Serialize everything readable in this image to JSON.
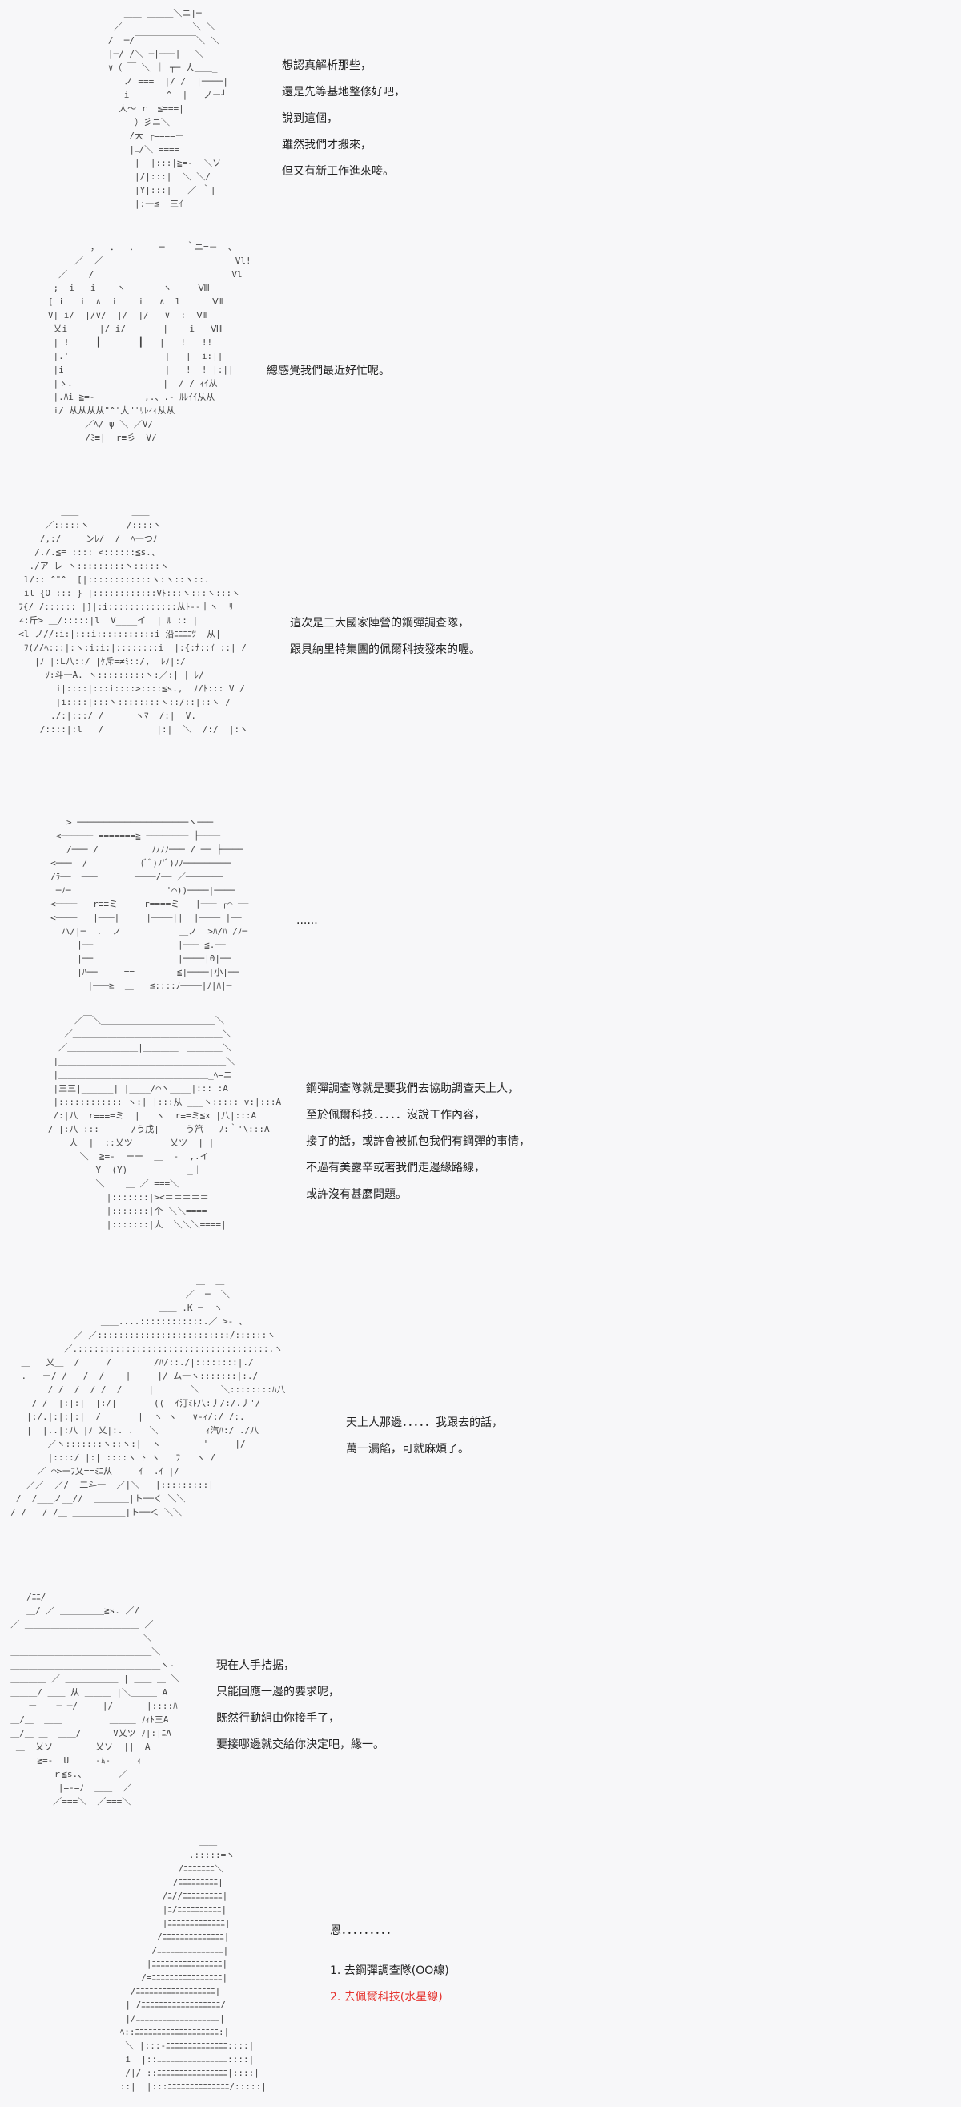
{
  "scenes": [
    {
      "lines": [
        "想認真解析那些，",
        "還是先等基地整修好吧，",
        "說到這個，",
        "雖然我們才搬來，",
        "但又有新工作進來唼。"
      ],
      "art": [
        "      ＿＿_＿＿＿＼ニ|─",
        "    ／￣￣￣￣￣￣￣￣＼ ＼",
        "   /  ─/￣￣￣￣￣￣￣＼ ＼",
        "   |─/ /＼ ─|───|　 ＼",
        "   ∨（ ￣ ＼ ｜ ┬─ 人＿＿_",
        "      ノ ===  |/ /  |────|",
        "      i       ^  |   ノー┘",
        "     人〜 r  ≦===|",
        "        ）彡ニ＼",
        "       /大 ┌====ー",
        "       |ﾆ/＼ ====",
        "        |  |:::|≧=-  ＼ソ",
        "        |/|:::|  ＼ ＼/",
        "        |Y|:::|   ／ ｀|",
        "        |:一≦  三ｲ"
      ]
    },
    {
      "lines": [
        "總感覺我們最近好忙呢。"
      ],
      "art": [
        "           ，  ．  ．    ─    ｀ニ=－  、",
        "        ／  ／                         Vl!",
        "     ／    /                          Vl",
        "    ;  i   i    ヽ       ヽ     Ⅷ",
        "   [ i   i  ∧  i    i   ∧  l      Ⅷ",
        "   V| i/  |/∨/  |/  |/   ∨  :  Ⅷ",
        "    乂i      |/ i/       |    i   Ⅷ",
        "    | !     ┃       ┃   |   !   !!",
        "    |.'                  |   |  i:||",
        "    |i                   |   !  ! |:||",
        "    |ゝ.                 |  / / ｨｲ从",
        "    |.ﾊi ≧=-    ＿＿  ,.、.- ﾙﾚｲｲ从从",
        "    i/ 从从从从\"^'大\"'ﾘﾚｨｨ从从",
        "          ／ﾍ/ ψ ＼ ／V/",
        "          /ﾐ≡|  r≡彡  V/"
      ]
    },
    {
      "lines": [
        "這次是三大國家陣營的鋼彈調查隊，",
        "跟貝納里特集團的佩爾科技發來的喔。"
      ],
      "art": [
        "          ＿＿          ＿＿",
        "       ／:::::ヽ       /::::ヽ",
        "      /,:/ ￣  ンﾚ/  /  ﾍ一つﾉ",
        "     /./.≦≡ :::: <::::::≦s.、",
        "    ./ア レ ヽ:::::::::ヽ:::::ヽ",
        "   l/:: ^\"^  [|::::::::::::ヽ:ヽ::ヽ::.",
        "   il {O ::: } |::::::::::::Vﾄ:::ヽ:::ヽ:::ヽ",
        "  ﾌ{/ /:::::: |]|:i:::::::::::::从ﾄ--十ヽ  ﾘ",
        "  ∠:斤> ＿/:::::|l  V____イ  | ﾙ :: |",
        "  <l ノ//:i:|:::i:::::::::::i 沿ﾆﾆﾆﾆﾂ  从|",
        "   ﾌ(//ﾍ:::|:ヽ:i:i:|::::::::i  |:{:ﾅ::ｲ ::| /",
        "     |ﾉ |:L八::/ |ｹ斥=≠ﾐ::/,  ﾚﾉ|:/",
        "       ｿ:斗一A. ヽ:::::::::ヽ:／:| | ﾚ/",
        "         i|::::|:::i::::>::::≦s.,  ﾉ/ﾄ::: V /",
        "         |i::::|:::ヽ::::::::ヽ::/::|::ヽ /",
        "        ./:|:::/ /      ヽﾏ  /:|  V.",
        "      /::::|:l   /          |:|  ＼  /:/  |:ヽ"
      ]
    },
    {
      "lines": [
        "......"
      ],
      "art": [
        "        > ─────────────────────ヽ───",
        "      <────── =======≧ ──────── ├────",
        "        /─── /          ﾉﾉﾉﾉ─── / ── ├────",
        "     <───  /          (ﾞﾞ)ﾉ'ﾞ)ﾉﾉ─────────",
        "     /ﾗ──  ───       ────/── ／───────",
        "      ─ﾉ─                  '⌒))────|────",
        "     <────   r≡≡ミ     r====ミ   |─── ┌⌒ ──",
        "     <────   |───|     |────||  |──── |──",
        "       ハ/|─  .  ノ           ＿ノ  >ﾊ/ﾊ /ﾉ─",
        "          |──                |─── ≦.──",
        "          |──                |────|0|──",
        "          |ﾊ──     ==        ≦|────|小|──",
        "            |───≧  ＿   ≦::::ﾉ────|ﾉ|ﾊ|─"
      ]
    },
    {
      "lines": [
        "鋼彈調查隊就是要我們去協助調查天上人，",
        "至於佩爾科技．．．．．沒說工作內容，",
        "接了的話，或許會被抓包我們有鋼彈的事情，",
        "不過有美露辛或著我們走邊緣路線，",
        "或許沒有甚麼問題。"
      ],
      "art": [
        "        ／￣＼＿＿＿＿＿＿＿＿＿＿＿＿＿＼",
        "      ／＿＿＿＿＿＿＿＿＿＿＿＿＿＿＿＿＿＼",
        "     ／＿＿＿＿＿＿＿＿|＿＿＿＿｜＿＿＿＿＼",
        "    |＿＿＿＿＿＿＿＿＿＿＿＿＿＿＿＿＿＿＿＼",
        "    |＿＿＿＿＿＿＿＿＿＿＿＿＿＿＿＿＿_ﾍ=ニ",
        "    |三三|______| |____/⌒ヽ____|::: :A",
        "    |:::::::::::: ヽ:| |:::从 ___ヽ::::: v:|:::A",
        "    /:|八  r≡≡≡=ミ  |   ヽ  r≡=ミ≦x |八|:::A",
        "   / |:八 :::      /う戊|     う笊   ﾉ:｀'\\:::A",
        "       人  |  ::乂ツ       乂ツ  | |",
        "         ＼  ≧=-  ーー  ＿  -  ,.イ",
        "            Y  (Y)        ＿＿_｜",
        "            ＼    ＿ ／ ===＼",
        "              |:::::::|><＝＝＝＝＝",
        "              |:::::::|个 ＼＼====",
        "              |:::::::|人  ＼＼＼====|"
      ]
    },
    {
      "lines": [
        "天上人那邊．．．．．我跟去的話，",
        "萬一漏餡，可就麻煩了。"
      ],
      "art": [
        "                                     ＿  ＿",
        "                                   ／  ─  ＼",
        "                              ＿＿ .K ─  ヽ",
        "                   ＿＿....::::::::::::.／ >- 、",
        "              ／ ／:::::::::::::::::::::::::/::::::ヽ",
        "            ／.::::::::::::::::::::::::::::::::::::.ヽ",
        "    ＿   乂＿  /     /        /ﾊ/::./|::::::::|./",
        "    .   ー/ /   /  /    |     |/ ム一ヽ:::::::|:./",
        "         / /  /  / /  /     |       ＼    ＼::::::::ﾊ八",
        "      / /  |:|:|  |:/|       ((  ｲ汀ﾐﾄ八:丿/:/.丿'/",
        "     |:/.|:|:|:|  /       |  ヽ ヽ   ∨-ｨ/:/ /:.",
        "     |  |..|:八 |ﾉ 乂|:. .   ＼         ｨ汽ﾊ:/ ./八",
        "         ／ヽ:::::::ヽ::ヽ:|  ヽ        '     |/",
        "         |::::/ |:| ::::ヽ ﾄ ヽ   ﾌ   ヽ /",
        "       ／ ⌒>ーﾌ乂==ﾐﾆ从     ｲ  .ｲ |/",
        "     ／／  ／/  二斗一  ／|＼   |:::::::::|",
        "   /  /___ノ__//  ＿＿＿＿|ト──く ＼＼",
        "  / /___/ /＿_＿＿＿＿＿＿|ト──＜ ＼＼"
      ]
    },
    {
      "lines": [
        "現在人手拮据，",
        "只能回應一邊的要求呢，",
        "既然行動組由你接手了，",
        "要接哪邊就交給你決定吧，緣一。"
      ],
      "art": [
        "     /ﾆﾆ/",
        "     ＿/ ／ ＿＿＿＿＿≧s. ／/",
        "  ／ ＿＿＿＿＿＿＿＿＿＿＿＿＿ ／",
        "  ＿＿＿＿＿＿＿＿＿＿＿＿＿＿＿＼",
        "  ＿＿＿＿＿＿＿＿＿＿＿＿＿＿＿＿＼",
        "  ＿＿＿＿＿＿＿＿＿＿＿＿＿＿＿＿＿ヽ-",
        "  ＿＿＿＿ ／ ＿＿＿＿＿＿ | ＿＿ ＿ ＼",
        "  ＿＿＿/ ＿＿ 从 ＿＿＿ |＼＿＿＿ A",
        "  ＿＿ー ＿ ─ ─/  ＿ |/  ＿＿ |::::ﾊ",
        "  ＿/＿  ＿＿         ＿＿＿ ﾉｨﾄ三A",
        "  ＿/＿ ＿  ＿＿/      V乂ツ ﾉ|:|ﾆA",
        "   ＿  乂ソ        乂ソ  ||  A",
        "       ≧=-  U     -ﾑ-     ｨ",
        "          ｒ≦s.、      ／",
        "           |=-=ﾉ  ＿＿  ／",
        "          ／===＼  ／===＼"
      ]
    },
    {
      "lines": [
        "恩．．．．．．．．．",
        "1. 去鋼彈調查隊(OO線)",
        "2. 去佩爾科技(水星線)"
      ],
      "art": [
        "                     ＿＿",
        "                   .:::::=ヽ",
        "                 /ﾆﾆﾆﾆﾆﾆﾆ＼",
        "                /ﾆﾆﾆﾆﾆﾆﾆﾆﾆ|",
        "              /ﾆ//ﾆﾆﾆﾆﾆﾆﾆﾆﾆ|",
        "              |ﾆ/ﾆﾆﾆﾆﾆﾆﾆﾆﾆﾆ|",
        "              |ﾆﾆﾆﾆﾆﾆﾆﾆﾆﾆﾆﾆﾆ|",
        "             /ﾆﾆﾆﾆﾆﾆﾆﾆﾆﾆﾆﾆﾆﾆ|",
        "            /ﾆﾆﾆﾆﾆﾆﾆﾆﾆﾆﾆﾆﾆﾆﾆ|",
        "           |ﾆﾆﾆﾆﾆﾆﾆﾆﾆﾆﾆﾆﾆﾆﾆﾆ|",
        "          /=ﾆﾆﾆﾆﾆﾆﾆﾆﾆﾆﾆﾆﾆﾆﾆﾆ|",
        "        /ﾆﾆﾆﾆﾆﾆﾆﾆﾆﾆﾆﾆﾆﾆﾆﾆﾆﾆ|",
        "       | /ﾆﾆﾆﾆﾆﾆﾆﾆﾆﾆﾆﾆﾆﾆﾆﾆﾆﾆ/",
        "       |/ﾆﾆﾆﾆﾆﾆﾆﾆﾆﾆﾆﾆﾆﾆﾆﾆﾆﾆﾆ|",
        "      ﾍ::ﾆﾆﾆﾆﾆﾆﾆﾆﾆﾆﾆﾆﾆﾆﾆﾆﾆﾆﾆ:|",
        "       ＼ |:::-ﾆﾆﾆﾆﾆﾆﾆﾆﾆﾆﾆﾆﾆﾆ::::|",
        "       i  |::ﾆﾆﾆﾆﾆﾆﾆﾆﾆﾆﾆﾆﾆﾆﾆﾆ::::|",
        "       /|/ ::ﾆﾆﾆﾆﾆﾆﾆﾆﾆﾆﾆﾆﾆﾆﾆﾆ|::::|",
        "      ::|  |:::ﾆﾆﾆﾆﾆﾆﾆﾆﾆﾆﾆﾆﾆﾆ/:::::|"
      ]
    }
  ],
  "colors": {
    "highlight": "#e5322d"
  }
}
